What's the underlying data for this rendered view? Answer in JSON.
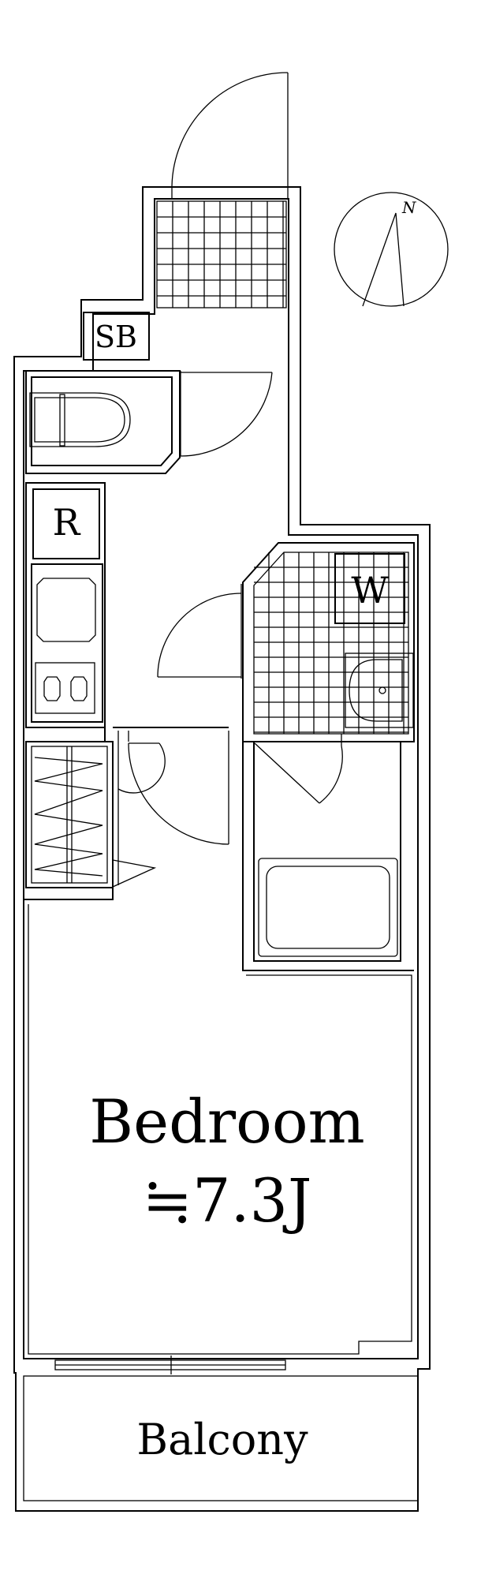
{
  "labels": {
    "sb": "SB",
    "r": "R",
    "w": "W",
    "bedroom": "Bedroom",
    "bedroom_size": "≒7.3J",
    "balcony": "Balcony",
    "north": "N"
  },
  "colors": {
    "line": "#000000",
    "background": "#ffffff"
  }
}
